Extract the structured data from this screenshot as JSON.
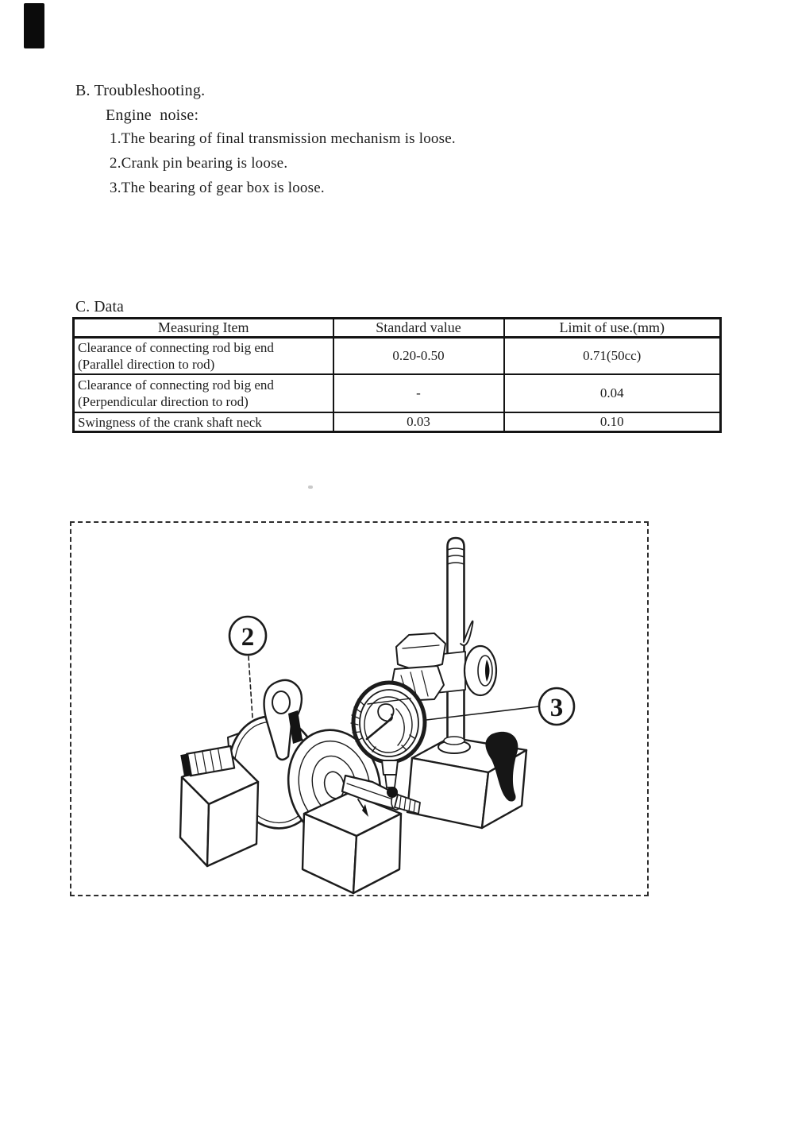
{
  "document": {
    "troubleshooting": {
      "heading": "B. Troubleshooting.",
      "subheading": "Engine  noise:",
      "items": [
        "1.The bearing of final transmission mechanism is loose.",
        "2.Crank pin bearing is loose.",
        "3.The bearing of gear box is loose."
      ]
    },
    "data_section": {
      "heading": "C. Data",
      "table": {
        "headers": [
          "Measuring Item",
          "Standard value",
          "Limit of use.(mm)"
        ],
        "rows": [
          {
            "item": [
              "Clearance of connecting rod big end",
              "(Parallel direction to rod)"
            ],
            "standard": "0.20-0.50",
            "limit": "0.71(50cc)"
          },
          {
            "item": [
              "Clearance of connecting rod big end",
              "(Perpendicular direction to rod)"
            ],
            "standard": "-",
            "limit": "0.04"
          },
          {
            "item": [
              "Swingness of the crank shaft neck"
            ],
            "standard": "0.03",
            "limit": "0.10"
          }
        ]
      }
    },
    "figure": {
      "callout_2": "2",
      "callout_3": "3"
    }
  }
}
